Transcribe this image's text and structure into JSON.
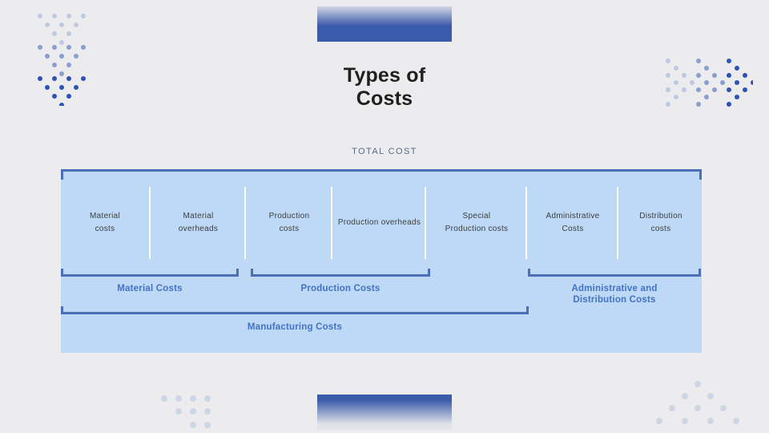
{
  "slide": {
    "title_line1": "Types of",
    "title_line2": "Costs"
  },
  "diagram": {
    "total_label": "TOTAL COST",
    "columns": [
      {
        "line1": "Material",
        "line2": "costs"
      },
      {
        "line1": "Material",
        "line2": "overheads"
      },
      {
        "line1": "Production",
        "line2": "costs"
      },
      {
        "line1": "Production overheads",
        "line2": ""
      },
      {
        "line1": "Special",
        "line2": "Production costs"
      },
      {
        "line1": "Administrative",
        "line2": "Costs"
      },
      {
        "line1": "Distribution",
        "line2": "costs"
      }
    ],
    "groups": [
      {
        "label": "Material Costs"
      },
      {
        "label": "Production Costs"
      },
      {
        "label_line1": "Administrative and",
        "label_line2": "Distribution Costs"
      }
    ],
    "manufacturing_label": "Manufacturing Costs"
  },
  "colors": {
    "background": "#ececee",
    "panel_fill": "#bdd9f6",
    "bracket_blue": "#4a6fb8",
    "group_label_blue": "#4472c4",
    "title_color": "#1f1f1f",
    "total_label_color": "#5a6a88",
    "dot_navy": "#3b5aa9",
    "dot_light": "#cdd6e5"
  }
}
